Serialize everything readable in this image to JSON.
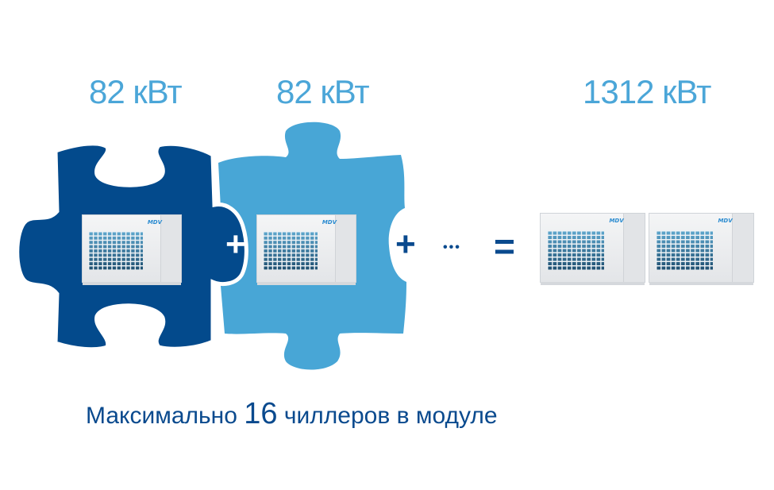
{
  "captions": {
    "unit1": "82 кВт",
    "unit2": "82 кВт",
    "total": "1312 кВт"
  },
  "operators": {
    "plus1": "+",
    "plus2": "+",
    "ellipsis": "•••",
    "equals": "="
  },
  "units": {
    "logo": "MDV"
  },
  "footer": {
    "before": "Максимально ",
    "number": "16",
    "after": " чиллеров в модуле"
  },
  "colors": {
    "dark_blue": "#034a8c",
    "light_blue": "#48a6d6",
    "caption": "#4ba6d8",
    "text": "#0a4a8e"
  }
}
